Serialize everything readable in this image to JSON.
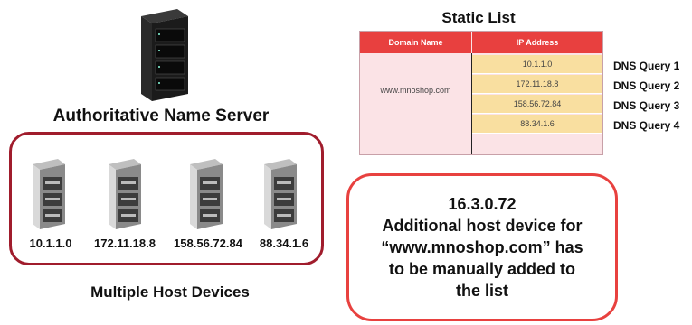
{
  "auth_server": {
    "label": "Authoritative Name Server",
    "icon": "server-rack-icon"
  },
  "hosts": {
    "label": "Multiple Host Devices",
    "border_color": "#a01c2c",
    "devices": [
      {
        "ip": "10.1.1.0"
      },
      {
        "ip": "172.11.18.8"
      },
      {
        "ip": "158.56.72.84"
      },
      {
        "ip": "88.34.1.6"
      }
    ]
  },
  "static_list": {
    "title": "Static List",
    "headers": {
      "domain": "Domain Name",
      "ip": "IP Address"
    },
    "domain": "www.mnoshop.com",
    "ips": [
      "10.1.1.0",
      "172.11.18.8",
      "158.56.72.84",
      "88.34.1.6"
    ],
    "ellipsis": "...",
    "header_color": "#e8403f",
    "ip_cell_color": "#f9dfa0"
  },
  "dns_queries": [
    "DNS Query 1",
    "DNS Query 2",
    "DNS Query 3",
    "DNS Query 4"
  ],
  "note": {
    "ip": "16.3.0.72",
    "lines": [
      "Additional host device for",
      "“www.mnoshop.com” has",
      "to be manually added to",
      "the list"
    ],
    "border_color": "#e8413f"
  }
}
